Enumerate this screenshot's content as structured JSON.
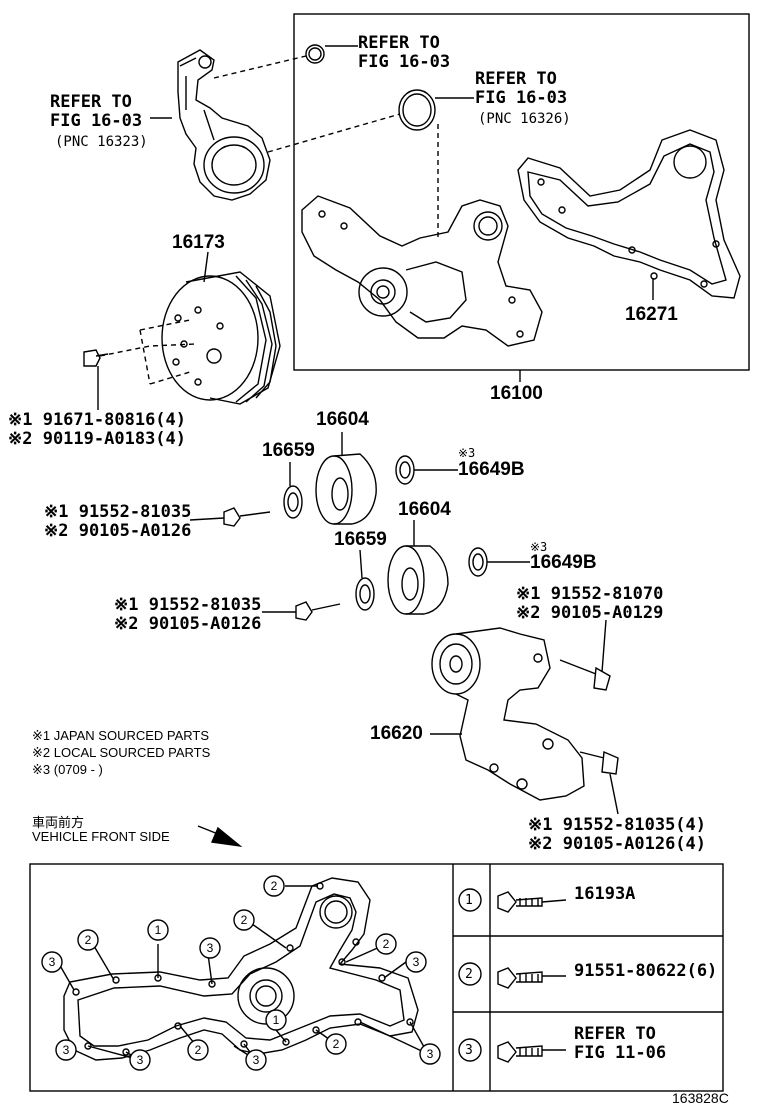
{
  "refs": {
    "ref_a": [
      "REFER TO",
      "FIG 16-03"
    ],
    "ref_b": [
      "REFER TO",
      "FIG 16-03",
      "(PNC 16326)"
    ],
    "ref_c": [
      "REFER TO",
      "FIG 16-03",
      "(PNC 16323)"
    ]
  },
  "parts": {
    "pulley": "16173",
    "pump_assy": "16100",
    "gasket": "16271",
    "idler_1": "16604",
    "idler_2": "16604",
    "plate_1": "16659",
    "plate_2": "16659",
    "cover_1": "16649B",
    "cover_2": "16649B",
    "tensioner": "16620"
  },
  "marks": {
    "m1": "※1",
    "m2": "※2",
    "m3": "※3"
  },
  "bolts": {
    "pulley_bolt": [
      "※1 91671-80816(4)",
      "※2 90119-A0183(4)"
    ],
    "idler1_bolt": [
      "※1 91552-81035",
      "※2 90105-A0126"
    ],
    "idler2_bolt": [
      "※1 91552-81035",
      "※2 90105-A0126"
    ],
    "tensioner_top": [
      "※1 91552-81070",
      "※2 90105-A0129"
    ],
    "tensioner_side": [
      "※1 91552-81035(4)",
      "※2 90105-A0126(4)"
    ]
  },
  "legend": {
    "l1": "※1 JAPAN SOURCED PARTS",
    "l2": "※2 LOCAL SOURCED PARTS",
    "l3": "※3 (0709 -    )"
  },
  "front": {
    "jp": "車両前方",
    "en": "VEHICLE FRONT SIDE"
  },
  "table": {
    "rows": [
      {
        "num": "1",
        "part": "16193A"
      },
      {
        "num": "2",
        "part": "91551-80622(6)"
      },
      {
        "num": "3",
        "part_lines": [
          "REFER TO",
          "FIG 11-06"
        ]
      }
    ]
  },
  "callouts": [
    "2",
    "2",
    "1",
    "2",
    "3",
    "3",
    "2",
    "3",
    "3",
    "2",
    "3",
    "1",
    "3",
    "2",
    "3"
  ],
  "figure_id": "163828C"
}
